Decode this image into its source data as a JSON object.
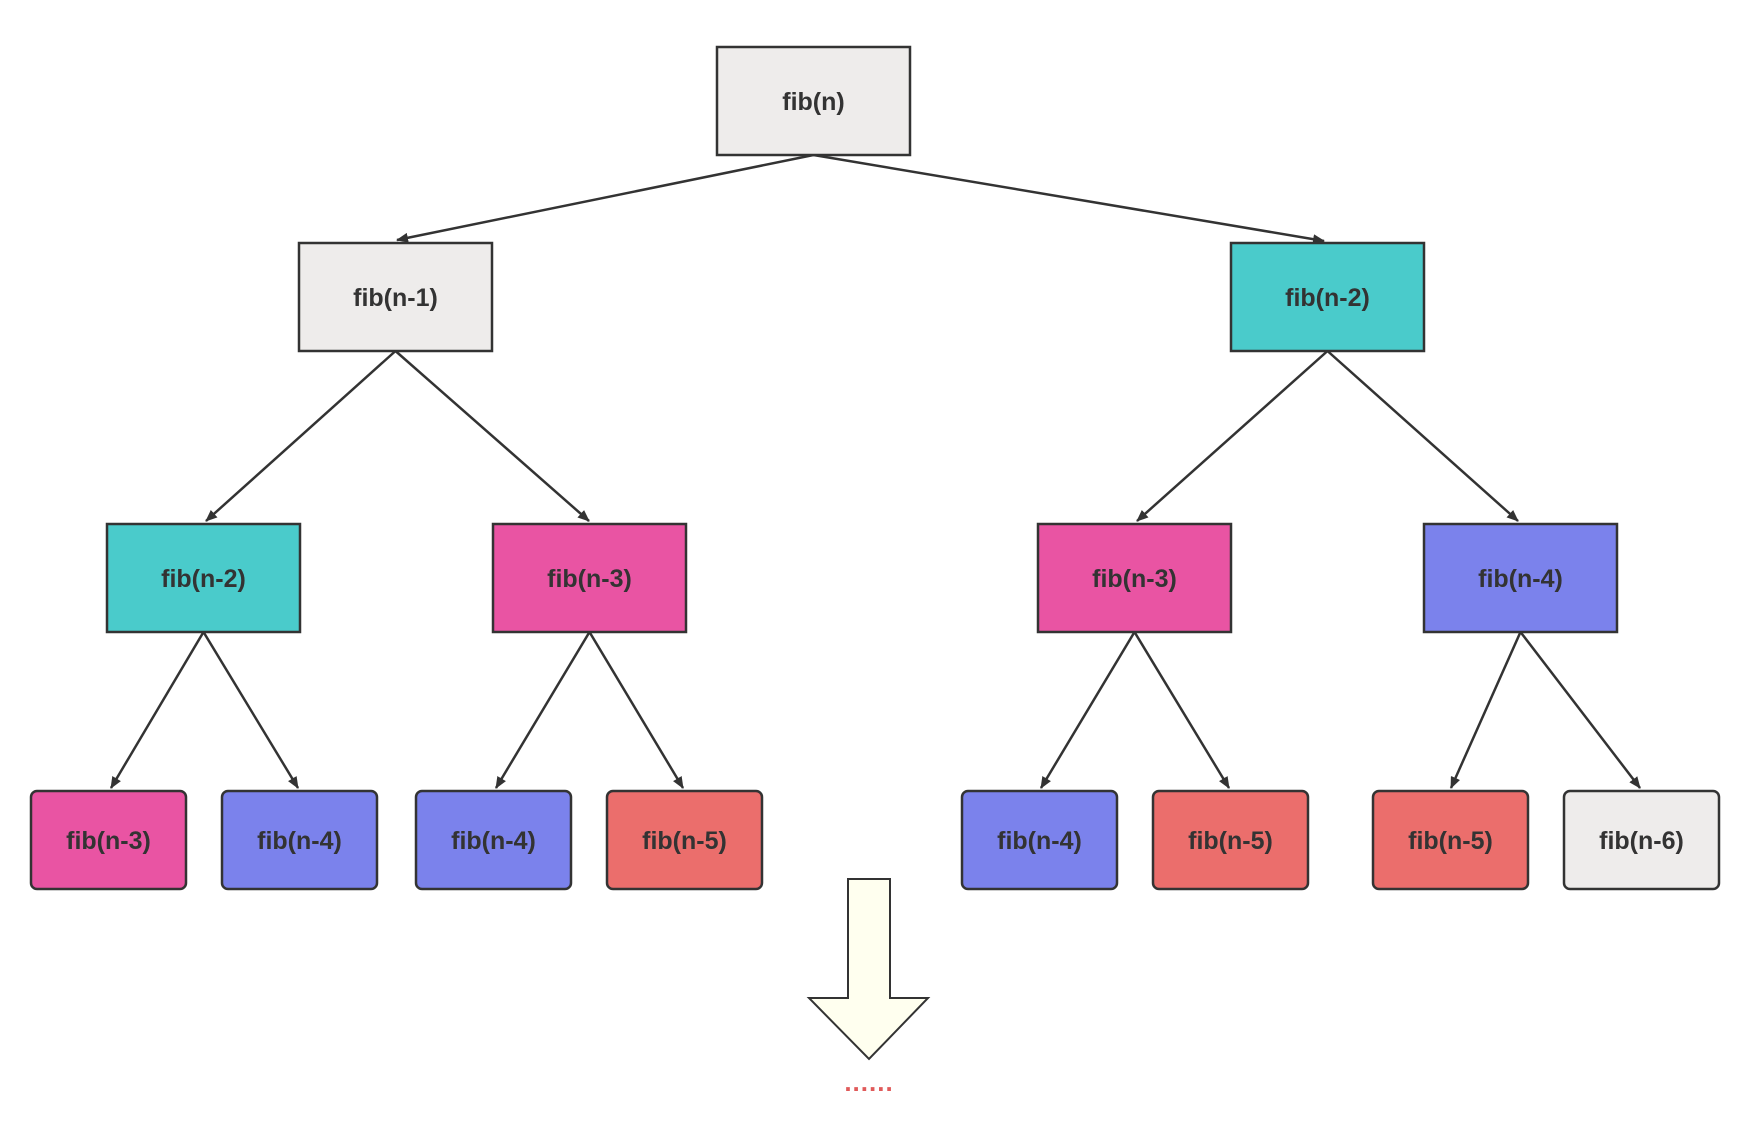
{
  "colors": {
    "fib_n": "#eeeceb",
    "fib_n_1": "#eeeceb",
    "fib_n_2": "#4acbcb",
    "fib_n_3": "#e954a3",
    "fib_n_4": "#7b82ec",
    "fib_n_5": "#eb6e6c",
    "fib_n_6": "#eeeceb",
    "stroke": "#333333",
    "down_arrow_fill": "#ffffef",
    "continuation": "#e05a5a"
  },
  "nodes": [
    {
      "id": "n0",
      "label": "fib(n)",
      "color_key": "fib_n"
    },
    {
      "id": "n1",
      "label": "fib(n-1)",
      "color_key": "fib_n_1"
    },
    {
      "id": "n2",
      "label": "fib(n-2)",
      "color_key": "fib_n_2"
    },
    {
      "id": "n3",
      "label": "fib(n-2)",
      "color_key": "fib_n_2"
    },
    {
      "id": "n4",
      "label": "fib(n-3)",
      "color_key": "fib_n_3"
    },
    {
      "id": "n5",
      "label": "fib(n-3)",
      "color_key": "fib_n_3"
    },
    {
      "id": "n6",
      "label": "fib(n-4)",
      "color_key": "fib_n_4"
    },
    {
      "id": "n7",
      "label": "fib(n-3)",
      "color_key": "fib_n_3"
    },
    {
      "id": "n8",
      "label": "fib(n-4)",
      "color_key": "fib_n_4"
    },
    {
      "id": "n9",
      "label": "fib(n-4)",
      "color_key": "fib_n_4"
    },
    {
      "id": "n10",
      "label": "fib(n-5)",
      "color_key": "fib_n_5"
    },
    {
      "id": "n11",
      "label": "fib(n-4)",
      "color_key": "fib_n_4"
    },
    {
      "id": "n12",
      "label": "fib(n-5)",
      "color_key": "fib_n_5"
    },
    {
      "id": "n13",
      "label": "fib(n-5)",
      "color_key": "fib_n_5"
    },
    {
      "id": "n14",
      "label": "fib(n-6)",
      "color_key": "fib_n_6"
    }
  ],
  "edges": [
    [
      "n0",
      "n1"
    ],
    [
      "n0",
      "n2"
    ],
    [
      "n1",
      "n3"
    ],
    [
      "n1",
      "n4"
    ],
    [
      "n2",
      "n5"
    ],
    [
      "n2",
      "n6"
    ],
    [
      "n3",
      "n7"
    ],
    [
      "n3",
      "n8"
    ],
    [
      "n4",
      "n9"
    ],
    [
      "n4",
      "n10"
    ],
    [
      "n5",
      "n11"
    ],
    [
      "n5",
      "n12"
    ],
    [
      "n6",
      "n13"
    ],
    [
      "n6",
      "n14"
    ]
  ],
  "continuation_text": "......"
}
